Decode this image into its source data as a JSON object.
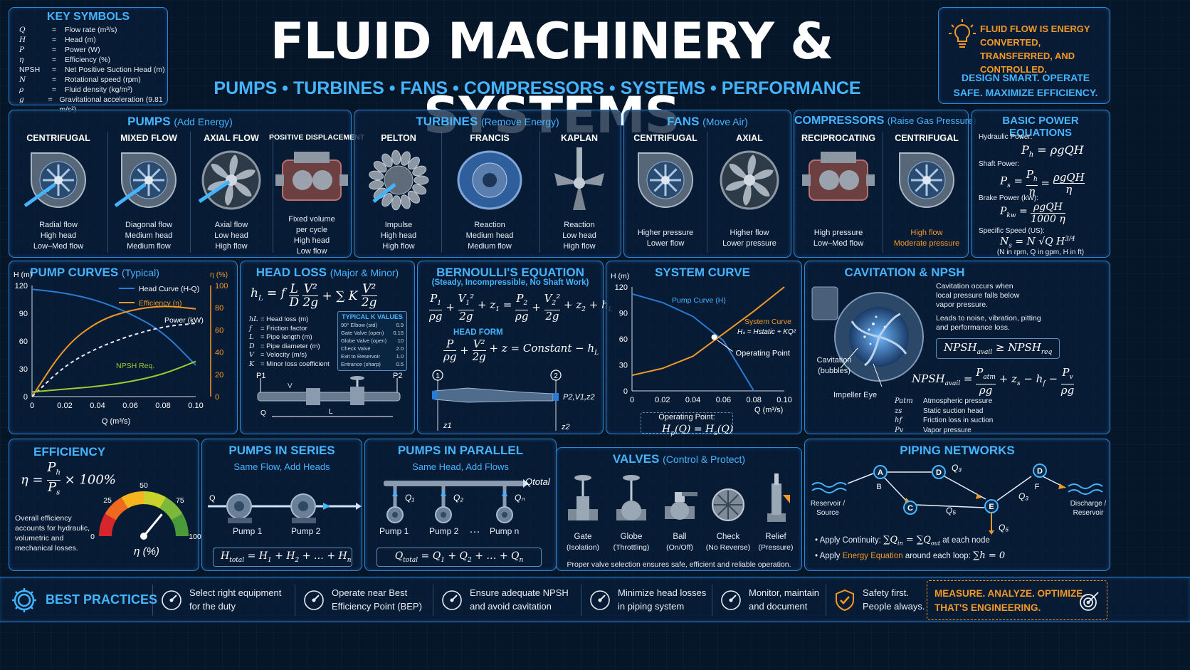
{
  "header": {
    "title": "FLUID MACHINERY & SYSTEMS",
    "subtitle": "PUMPS • TURBINES • FANS • COMPRESSORS • SYSTEMS • PERFORMANCE",
    "tagline_1": "FLUID FLOW IS ENERGY CONVERTED, TRANSFERRED, AND CONTROLLED.",
    "tagline_2": "DESIGN SMART. OPERATE SAFE. MAXIMIZE EFFICIENCY."
  },
  "key_symbols": {
    "title": "KEY SYMBOLS",
    "rows": [
      {
        "sym": "Q",
        "desc": "Flow rate (m³/s)"
      },
      {
        "sym": "H",
        "desc": "Head (m)"
      },
      {
        "sym": "P",
        "desc": "Power (W)"
      },
      {
        "sym": "η",
        "desc": "Efficiency (%)"
      },
      {
        "sym": "NPSH",
        "desc": "Net Positive Suction Head (m)"
      },
      {
        "sym": "N",
        "desc": "Rotational speed (rpm)"
      },
      {
        "sym": "ρ",
        "desc": "Fluid density (kg/m³)"
      },
      {
        "sym": "g",
        "desc": "Gravitational acceleration (9.81 m/s²)"
      }
    ]
  },
  "pumps": {
    "title": "PUMPS",
    "title_sub": "(Add Energy)",
    "cols": [
      {
        "name": "CENTRIFUGAL",
        "l1": "Radial flow",
        "l2": "High head",
        "l3": "Low–Med flow"
      },
      {
        "name": "MIXED FLOW",
        "l1": "Diagonal flow",
        "l2": "Medium head",
        "l3": "Medium flow"
      },
      {
        "name": "AXIAL FLOW",
        "l1": "Axial flow",
        "l2": "Low head",
        "l3": "High flow"
      },
      {
        "name": "POSITIVE DISPLACEMENT",
        "l1": "Fixed volume",
        "l2": "per cycle",
        "l3": "High head",
        "l4": "Low flow"
      }
    ]
  },
  "turbines": {
    "title": "TURBINES",
    "title_sub": "(Remove Energy)",
    "cols": [
      {
        "name": "PELTON",
        "l1": "Impulse",
        "l2": "High head",
        "l3": "High flow"
      },
      {
        "name": "FRANCIS",
        "l1": "Reaction",
        "l2": "Medium head",
        "l3": "Medium flow"
      },
      {
        "name": "KAPLAN",
        "l1": "Reaction",
        "l2": "Low head",
        "l3": "High flow"
      }
    ]
  },
  "fans": {
    "title": "FANS",
    "title_sub": "(Move Air)",
    "cols": [
      {
        "name": "CENTRIFUGAL",
        "l1": "Higher pressure",
        "l2": "Lower flow"
      },
      {
        "name": "AXIAL",
        "l1": "Higher flow",
        "l2": "Lower pressure"
      }
    ]
  },
  "compressors": {
    "title": "COMPRESSORS",
    "title_sub": "(Raise Gas Pressure)",
    "cols": [
      {
        "name": "RECIPROCATING",
        "l1": "High pressure",
        "l2": "Low–Med flow"
      },
      {
        "name": "CENTRIFUGAL",
        "l1": "High flow",
        "l2": "Moderate pressure"
      }
    ]
  },
  "power_eq": {
    "title": "BASIC POWER EQUATIONS",
    "hydraulic": "Hydraulic Power:",
    "shaft": "Shaft Power:",
    "brake": "Brake Power (kW):",
    "specific": "Specific Speed (US):",
    "specific_note": "(N in rpm, Q in gpm, H in ft)"
  },
  "pump_curves": {
    "title": "PUMP CURVES",
    "title_sub": "(Typical)",
    "legend_head": "Head Curve (H-Q)",
    "legend_eff": "Efficiency (η)",
    "label_power": "Power (kW)",
    "label_npsh": "NPSH Req.",
    "axis_left": "H (m)",
    "axis_right": "η (%)",
    "axis_x": "Q (m³/s)",
    "x_ticks": [
      "0",
      "0.02",
      "0.04",
      "0.06",
      "0.08",
      "0.10"
    ],
    "y_ticks": [
      "0",
      "30",
      "60",
      "90",
      "120"
    ],
    "r_ticks": [
      "0",
      "20",
      "40",
      "60",
      "80",
      "100"
    ]
  },
  "chart_data": [
    {
      "type": "line",
      "title": "PUMP CURVES (Typical)",
      "xlabel": "Q (m³/s)",
      "ylabel": "H (m)",
      "y2label": "η (%)",
      "xlim": [
        0,
        0.1
      ],
      "ylim": [
        0,
        120
      ],
      "y2lim": [
        0,
        100
      ],
      "series": [
        {
          "name": "Head Curve (H-Q)",
          "x": [
            0,
            0.02,
            0.04,
            0.06,
            0.08,
            0.1
          ],
          "values": [
            116,
            112,
            104,
            90,
            70,
            34
          ]
        },
        {
          "name": "Efficiency (η)",
          "x": [
            0,
            0.02,
            0.04,
            0.06,
            0.08,
            0.1
          ],
          "values": [
            0,
            45,
            68,
            78,
            82,
            79
          ]
        },
        {
          "name": "Power (kW)",
          "x": [
            0,
            0.02,
            0.04,
            0.06,
            0.08,
            0.1
          ],
          "values": [
            0,
            28,
            44,
            55,
            63,
            66
          ]
        },
        {
          "name": "NPSH Req.",
          "x": [
            0,
            0.02,
            0.04,
            0.06,
            0.08,
            0.1
          ],
          "values": [
            5,
            8,
            11,
            16,
            24,
            38
          ]
        }
      ]
    },
    {
      "type": "line",
      "title": "SYSTEM CURVE",
      "xlabel": "Q (m³/s)",
      "ylabel": "H (m)",
      "xlim": [
        0,
        0.1
      ],
      "ylim": [
        0,
        120
      ],
      "series": [
        {
          "name": "Pump Curve (H)",
          "x": [
            0,
            0.02,
            0.04,
            0.06,
            0.08
          ],
          "values": [
            112,
            102,
            86,
            58,
            0
          ]
        },
        {
          "name": "System Curve",
          "x": [
            0,
            0.02,
            0.04,
            0.06,
            0.08,
            0.1
          ],
          "values": [
            18,
            26,
            40,
            66,
            92,
            120
          ]
        }
      ]
    }
  ],
  "head_loss": {
    "title": "HEAD LOSS",
    "title_sub": "(Major & Minor)",
    "vars": [
      {
        "s": "hL",
        "d": "= Head loss (m)"
      },
      {
        "s": "f",
        "d": "= Friction factor"
      },
      {
        "s": "L",
        "d": "= Pipe length (m)"
      },
      {
        "s": "D",
        "d": "= Pipe diameter (m)"
      },
      {
        "s": "V",
        "d": "= Velocity (m/s)"
      },
      {
        "s": "K",
        "d": "= Minor loss coefficient"
      }
    ],
    "k_title": "TYPICAL K VALUES",
    "k_rows": [
      {
        "n": "90° Elbow (std)",
        "v": "0.9"
      },
      {
        "n": "Gate Valve (open)",
        "v": "0.15"
      },
      {
        "n": "Globe Valve (open)",
        "v": "10"
      },
      {
        "n": "Check Valve",
        "v": "2.0"
      },
      {
        "n": "Exit to Reservoir",
        "v": "1.0"
      },
      {
        "n": "Entrance (sharp)",
        "v": "0.5"
      }
    ],
    "p1": "P1",
    "p2": "P2",
    "q": "Q",
    "v": "V",
    "l": "L"
  },
  "bernoulli": {
    "title": "BERNOULLI'S EQUATION",
    "sub": "(Steady, Incompressible, No Shaft Work)",
    "head_form": "HEAD FORM",
    "pt1": "1",
    "pt2": "2",
    "right_lbl": "P2,V1,z2",
    "z1": "z1",
    "z2": "z2"
  },
  "system_curve": {
    "title": "SYSTEM CURVE",
    "pump_lbl": "Pump Curve (H)",
    "sys_lbl": "System Curve",
    "op_lbl": "Operating Point",
    "op_box_title": "Operating Point:",
    "axis_y": "H (m)",
    "axis_x": "Q (m³/s)",
    "x_ticks": [
      "0",
      "0.02",
      "0.04",
      "0.06",
      "0.08",
      "0.10"
    ],
    "y_ticks": [
      "0",
      "30",
      "60",
      "90",
      "120"
    ]
  },
  "cavitation": {
    "title": "CAVITATION & NPSH",
    "desc1": "Cavitation occurs when local pressure falls below vapor pressure.",
    "desc2": "Leads to noise, vibration, pitting and performance loss.",
    "bubbles": "Cavitation (bubbles)",
    "eye": "Impeller Eye",
    "vars": [
      {
        "s": "Patm",
        "d": "Atmospheric pressure"
      },
      {
        "s": "zs",
        "d": "Static suction head"
      },
      {
        "s": "hf",
        "d": "Friction loss in suction"
      },
      {
        "s": "Pv",
        "d": "Vapor pressure"
      }
    ]
  },
  "efficiency": {
    "title": "EFFICIENCY",
    "desc": "Overall efficiency accounts for hydraulic, volumetric and mechanical losses.",
    "g0": "0",
    "g25": "25",
    "g50": "50",
    "g75": "75",
    "g100": "100",
    "gauge_lbl": "η (%)",
    "gauge_value": 72
  },
  "series": {
    "title": "PUMPS IN SERIES",
    "sub": "Same Flow, Add Heads",
    "q": "Q",
    "p1": "Pump 1",
    "p2": "Pump 2"
  },
  "parallel": {
    "title": "PUMPS IN PARALLEL",
    "sub": "Same Head, Add Flows",
    "qtotal": "Qtotal",
    "p1": "Pump 1",
    "p2": "Pump 2",
    "dots": "…",
    "pn": "Pump n"
  },
  "valves": {
    "title": "VALVES",
    "title_sub": "(Control & Protect)",
    "items": [
      {
        "n": "Gate",
        "d": "(Isolation)"
      },
      {
        "n": "Globe",
        "d": "(Throttling)"
      },
      {
        "n": "Ball",
        "d": "(On/Off)"
      },
      {
        "n": "Check",
        "d": "(No Reverse)"
      },
      {
        "n": "Relief",
        "d": "(Pressure)"
      }
    ],
    "footer": "Proper valve selection ensures safe, efficient and reliable operation."
  },
  "piping": {
    "title": "PIPING NETWORKS",
    "reservoir": "Reservoir / Source",
    "discharge": "Discharge / Reservoir",
    "apply1": "Apply Continuity:",
    "apply1_end": "at each node",
    "apply2_pre": "Apply",
    "apply2_hl": "Energy Equation",
    "apply2_post": "around each loop:",
    "nodes": [
      "A",
      "B",
      "C",
      "D",
      "E",
      "F"
    ]
  },
  "best_practices": {
    "title": "BEST PRACTICES",
    "items": [
      {
        "l1": "Select right equipment",
        "l2": "for the duty"
      },
      {
        "l1": "Operate near Best",
        "l2": "Efficiency Point (BEP)"
      },
      {
        "l1": "Ensure adequate NPSH",
        "l2": "and avoid cavitation"
      },
      {
        "l1": "Minimize head losses",
        "l2": "in piping system"
      },
      {
        "l1": "Monitor, maintain",
        "l2": "and document"
      },
      {
        "l1": "Safety first.",
        "l2": "People always."
      }
    ],
    "cta1": "MEASURE. ANALYZE. OPTIMIZE.",
    "cta2": "THAT'S ENGINEERING."
  },
  "colors": {
    "accent": "#45b4ff",
    "orange": "#f39a26",
    "green": "#9acd32",
    "border": "#2f86d6"
  }
}
